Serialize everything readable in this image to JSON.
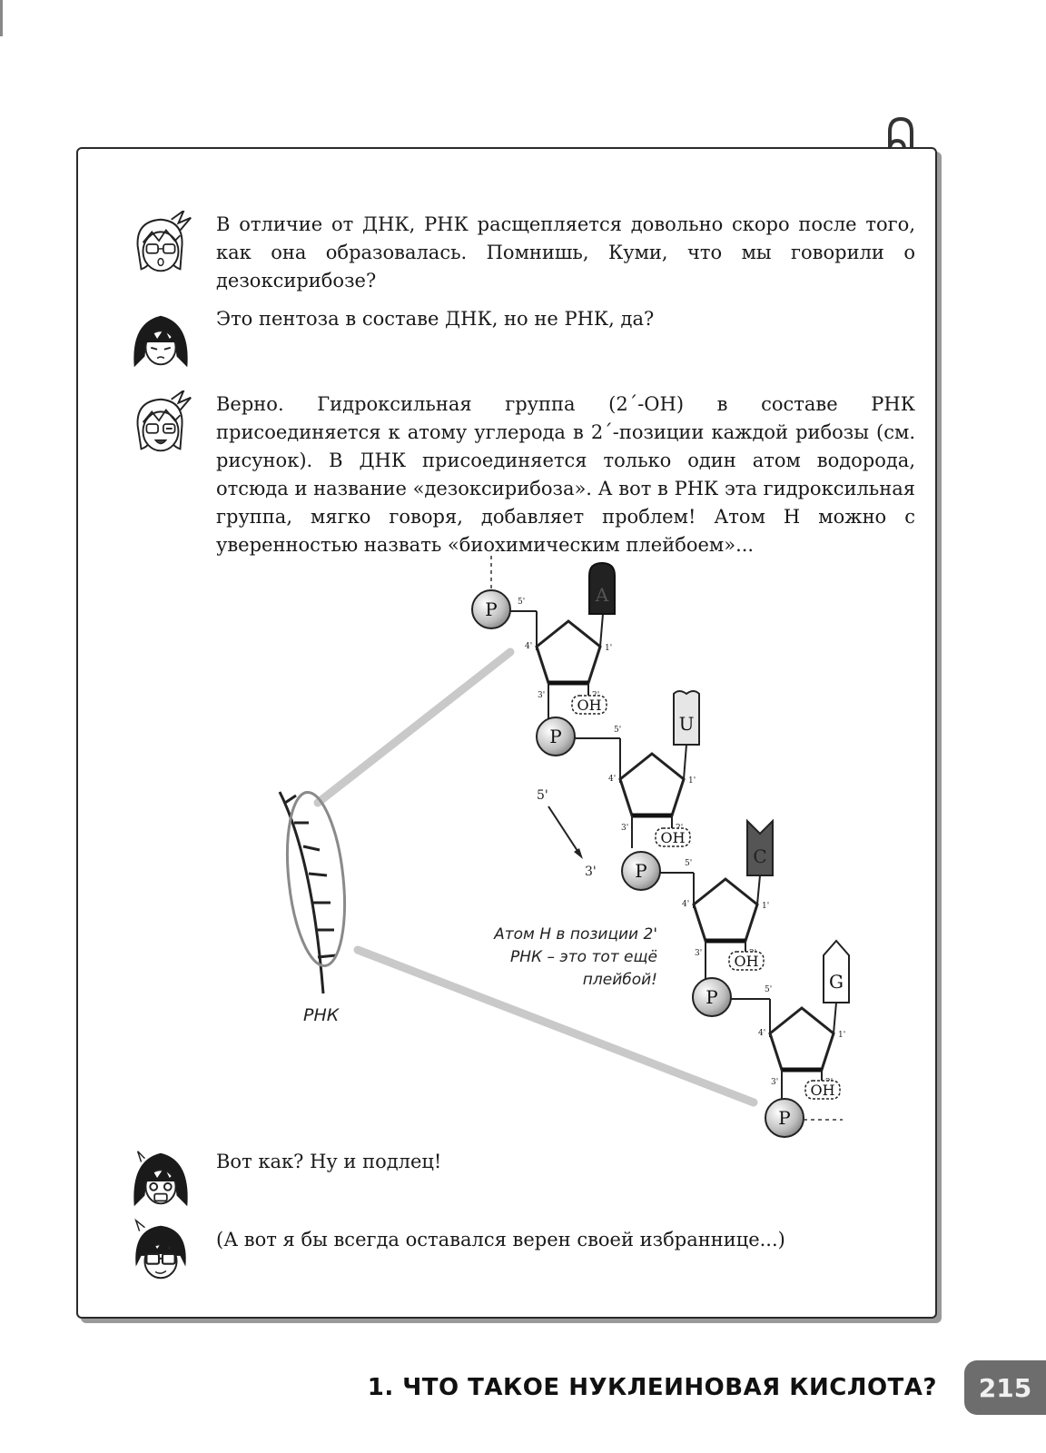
{
  "dialogue": [
    {
      "speaker_icon": "glasses-girl-face-icon",
      "text": "В отличие от ДНК, РНК расщепляется довольно скоро после того, как она образовалась. Помнишь, Куми, что мы говорили о дезоксирибозе?"
    },
    {
      "speaker_icon": "dark-hair-girl-face-icon",
      "text": "Это пентоза в составе ДНК, но не РНК, да?"
    },
    {
      "speaker_icon": "glasses-girl-wink-face-icon",
      "text": "Верно. Гидроксильная группа (2´-OH) в составе РНК присоединяется к атому углерода в 2´-позиции каждой рибозы (см. рисунок). В ДНК присоединяется только один атом водорода, отсюда и название «дезоксирибоза». А вот в РНК эта гидроксильная группа, мягко говоря, добавляет проблем! Атом H можно с уверенностью назвать «биохимическим плейбоем»..."
    },
    {
      "speaker_icon": "shocked-girl-face-icon",
      "text": "Вот как? Ну и подлец!"
    },
    {
      "speaker_icon": "glasses-boy-face-icon",
      "text": "(А вот я бы всегда оставался верен своей избраннице...)"
    }
  ],
  "figure": {
    "strand_label": "РНК",
    "phosphate_label": "P",
    "hydroxyl_label": "OH",
    "bases": [
      "A",
      "U",
      "C",
      "G"
    ],
    "carbon_labels": {
      "c1": "1'",
      "c2": "2'",
      "c3": "3'",
      "c4": "4'",
      "c5": "5'"
    },
    "direction_start": "5'",
    "direction_end": "3'",
    "annotation": [
      "Атом H в позиции 2'",
      "РНК – это тот ещё",
      "плейбой!"
    ]
  },
  "footer": {
    "chapter_title": "1. ЧТО ТАКОЕ НУКЛЕИНОВАЯ КИСЛОТА?",
    "page_number": "215"
  }
}
